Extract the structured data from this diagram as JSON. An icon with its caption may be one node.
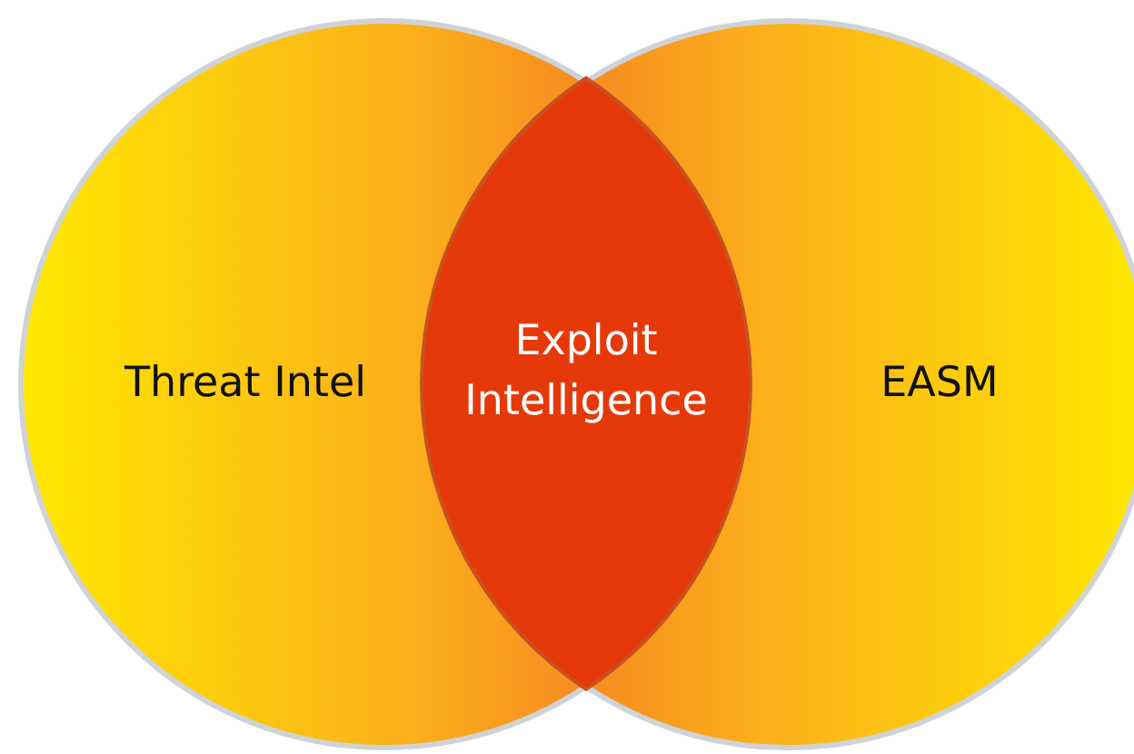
{
  "diagram": {
    "nodes": [
      {
        "text": [
          "Threat Intel"
        ]
      },
      {
        "text": [
          "EASM"
        ]
      },
      {
        "text": [
          "Exploit Intelligence"
        ]
      }
    ]
  }
}
